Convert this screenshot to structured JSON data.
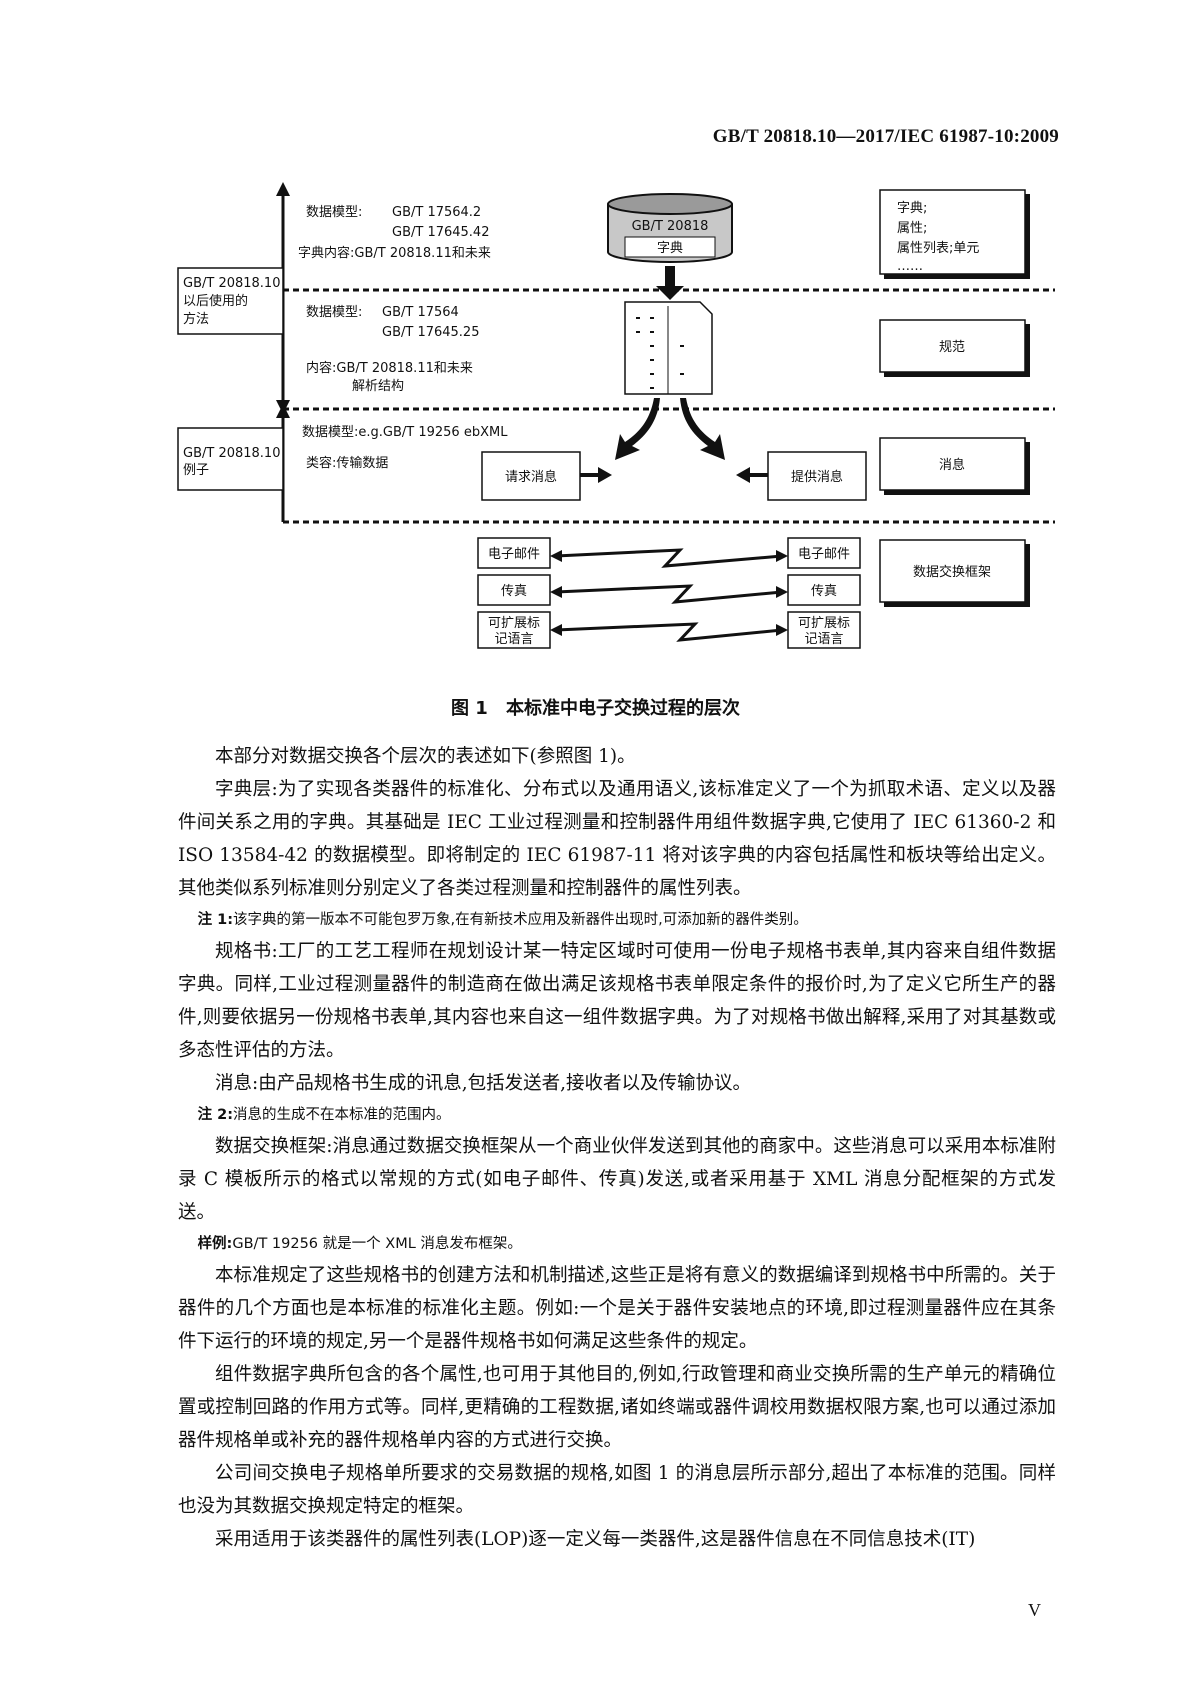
{
  "header": {
    "standard": "GB/T 20818.10—2017/IEC 61987-10:2009"
  },
  "figure": {
    "left_box_upper": [
      "GB/T 20818.10",
      "以后使用的",
      "方法"
    ],
    "left_box_lower": [
      "GB/T 20818.10",
      "例子"
    ],
    "layer1": {
      "line1_label": "数据模型:",
      "line1_value": "GB/T 17564.2",
      "line2_value": "GB/T 17645.42",
      "line3": "字典内容:GB/T 20818.11和未来"
    },
    "layer2": {
      "line1_label": "数据模型:",
      "line1_value": "GB/T 17564",
      "line2_value": "GB/T 17645.25",
      "line3": "内容:GB/T 20818.11和未来",
      "line4": "解析结构"
    },
    "layer3": {
      "line1": "数据模型:e.g.GB/T 19256 ebXML",
      "line2": "类容:传输数据"
    },
    "cylinder": {
      "line1": "GB/T 20818",
      "line2": "字典"
    },
    "request_msg": "请求消息",
    "provide_msg": "提供消息",
    "right_boxes": {
      "dictionary": [
        "字典;",
        "属性;",
        "属性列表;单元",
        "……"
      ],
      "spec": "规范",
      "message": "消息",
      "framework": "数据交换框架"
    },
    "transport": {
      "email": "电子邮件",
      "fax": "传真",
      "xml_line1": "可扩展标",
      "xml_line2": "记语言"
    }
  },
  "caption": {
    "label": "图 1",
    "title": "本标准中电子交换过程的层次"
  },
  "paragraphs": [
    {
      "type": "p",
      "text": "本部分对数据交换各个层次的表述如下(参照图 1)。"
    },
    {
      "type": "p",
      "text": "字典层:为了实现各类器件的标准化、分布式以及通用语义,该标准定义了一个为抓取术语、定义以及器件间关系之用的字典。其基础是 IEC 工业过程测量和控制器件用组件数据字典,它使用了 IEC 61360-2 和 ISO 13584-42 的数据模型。即将制定的 IEC 61987-11 将对该字典的内容包括属性和板块等给出定义。其他类似系列标准则分别定义了各类过程测量和控制器件的属性列表。"
    },
    {
      "type": "note",
      "label": "注 1:",
      "text": "该字典的第一版本不可能包罗万象,在有新技术应用及新器件出现时,可添加新的器件类别。"
    },
    {
      "type": "p",
      "text": "规格书:工厂的工艺工程师在规划设计某一特定区域时可使用一份电子规格书表单,其内容来自组件数据字典。同样,工业过程测量器件的制造商在做出满足该规格书表单限定条件的报价时,为了定义它所生产的器件,则要依据另一份规格书表单,其内容也来自这一组件数据字典。为了对规格书做出解释,采用了对其基数或多态性评估的方法。"
    },
    {
      "type": "p",
      "text": "消息:由产品规格书生成的讯息,包括发送者,接收者以及传输协议。"
    },
    {
      "type": "note",
      "label": "注 2:",
      "text": "消息的生成不在本标准的范围内。"
    },
    {
      "type": "p",
      "text": "数据交换框架:消息通过数据交换框架从一个商业伙伴发送到其他的商家中。这些消息可以采用本标准附录 C 模板所示的格式以常规的方式(如电子邮件、传真)发送,或者采用基于 XML 消息分配框架的方式发送。"
    },
    {
      "type": "note",
      "label": "样例:",
      "text": "GB/T 19256 就是一个 XML 消息发布框架。"
    },
    {
      "type": "p",
      "text": "本标准规定了这些规格书的创建方法和机制描述,这些正是将有意义的数据编译到规格书中所需的。关于器件的几个方面也是本标准的标准化主题。例如:一个是关于器件安装地点的环境,即过程测量器件应在其条件下运行的环境的规定,另一个是器件规格书如何满足这些条件的规定。"
    },
    {
      "type": "p",
      "text": "组件数据字典所包含的各个属性,也可用于其他目的,例如,行政管理和商业交换所需的生产单元的精确位置或控制回路的作用方式等。同样,更精确的工程数据,诸如终端或器件调校用数据权限方案,也可以通过添加器件规格单或补充的器件规格单内容的方式进行交换。"
    },
    {
      "type": "p",
      "text": "公司间交换电子规格单所要求的交易数据的规格,如图 1 的消息层所示部分,超出了本标准的范围。同样也没为其数据交换规定特定的框架。"
    },
    {
      "type": "p",
      "text": "采用适用于该类器件的属性列表(LOP)逐一定义每一类器件,这是器件信息在不同信息技术(IT)"
    }
  ],
  "page_number": "V"
}
